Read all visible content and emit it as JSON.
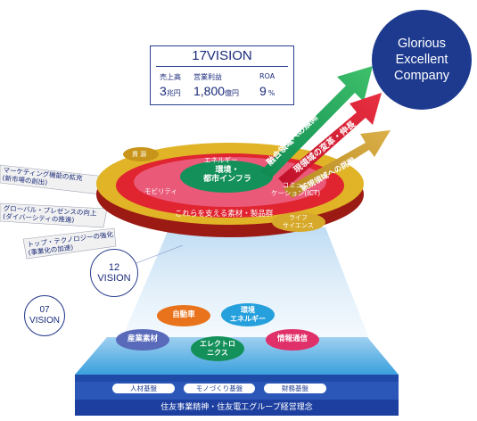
{
  "vision17": {
    "title": "17VISION",
    "sales_label": "売上高",
    "sales_value": "3",
    "sales_unit": "兆円",
    "profit_label": "営業利益",
    "profit_value": "1,800",
    "profit_unit": "億円",
    "roa_label": "ROA",
    "roa_value": "9",
    "roa_unit": "%"
  },
  "goal": {
    "line1": "Glorious",
    "line2": "Excellent",
    "line3": "Company"
  },
  "arrows": {
    "green": "融合領域への展開",
    "red": "現領域の変革・伸長",
    "gold": "新規領域への挑戦"
  },
  "disc": {
    "top_tag": "資 源",
    "energy": "エネルギー",
    "center": "環境・\n都市インフラ",
    "mobility": "モビリティ",
    "ict": "コミュニ\nケーション(ICT)",
    "materials": "これらを支える素材・製品群",
    "life": "ライフ\nサイエンス"
  },
  "left_tags": {
    "t1": "マーケティング機能の拡充\n(新市場の創出)",
    "t2": "グローバル・プレゼンスの向上\n(ダイバーシティの推進)",
    "t3": "トップ・テクノロジーの強化\n(事業化の加速)"
  },
  "circles": {
    "v12": "12\nVISION",
    "v07": "07\nVISION"
  },
  "base": {
    "automotive": "自動車",
    "env_energy": "環境\nエネルギー",
    "industrial": "産業素材",
    "electronics": "エレクトロ\nニクス",
    "info": "情報通信",
    "hr": "人材基盤",
    "mono": "モノづくり基盤",
    "finance": "財務基盤",
    "footer": "住友事業精神・住友電工グループ経営理念"
  }
}
